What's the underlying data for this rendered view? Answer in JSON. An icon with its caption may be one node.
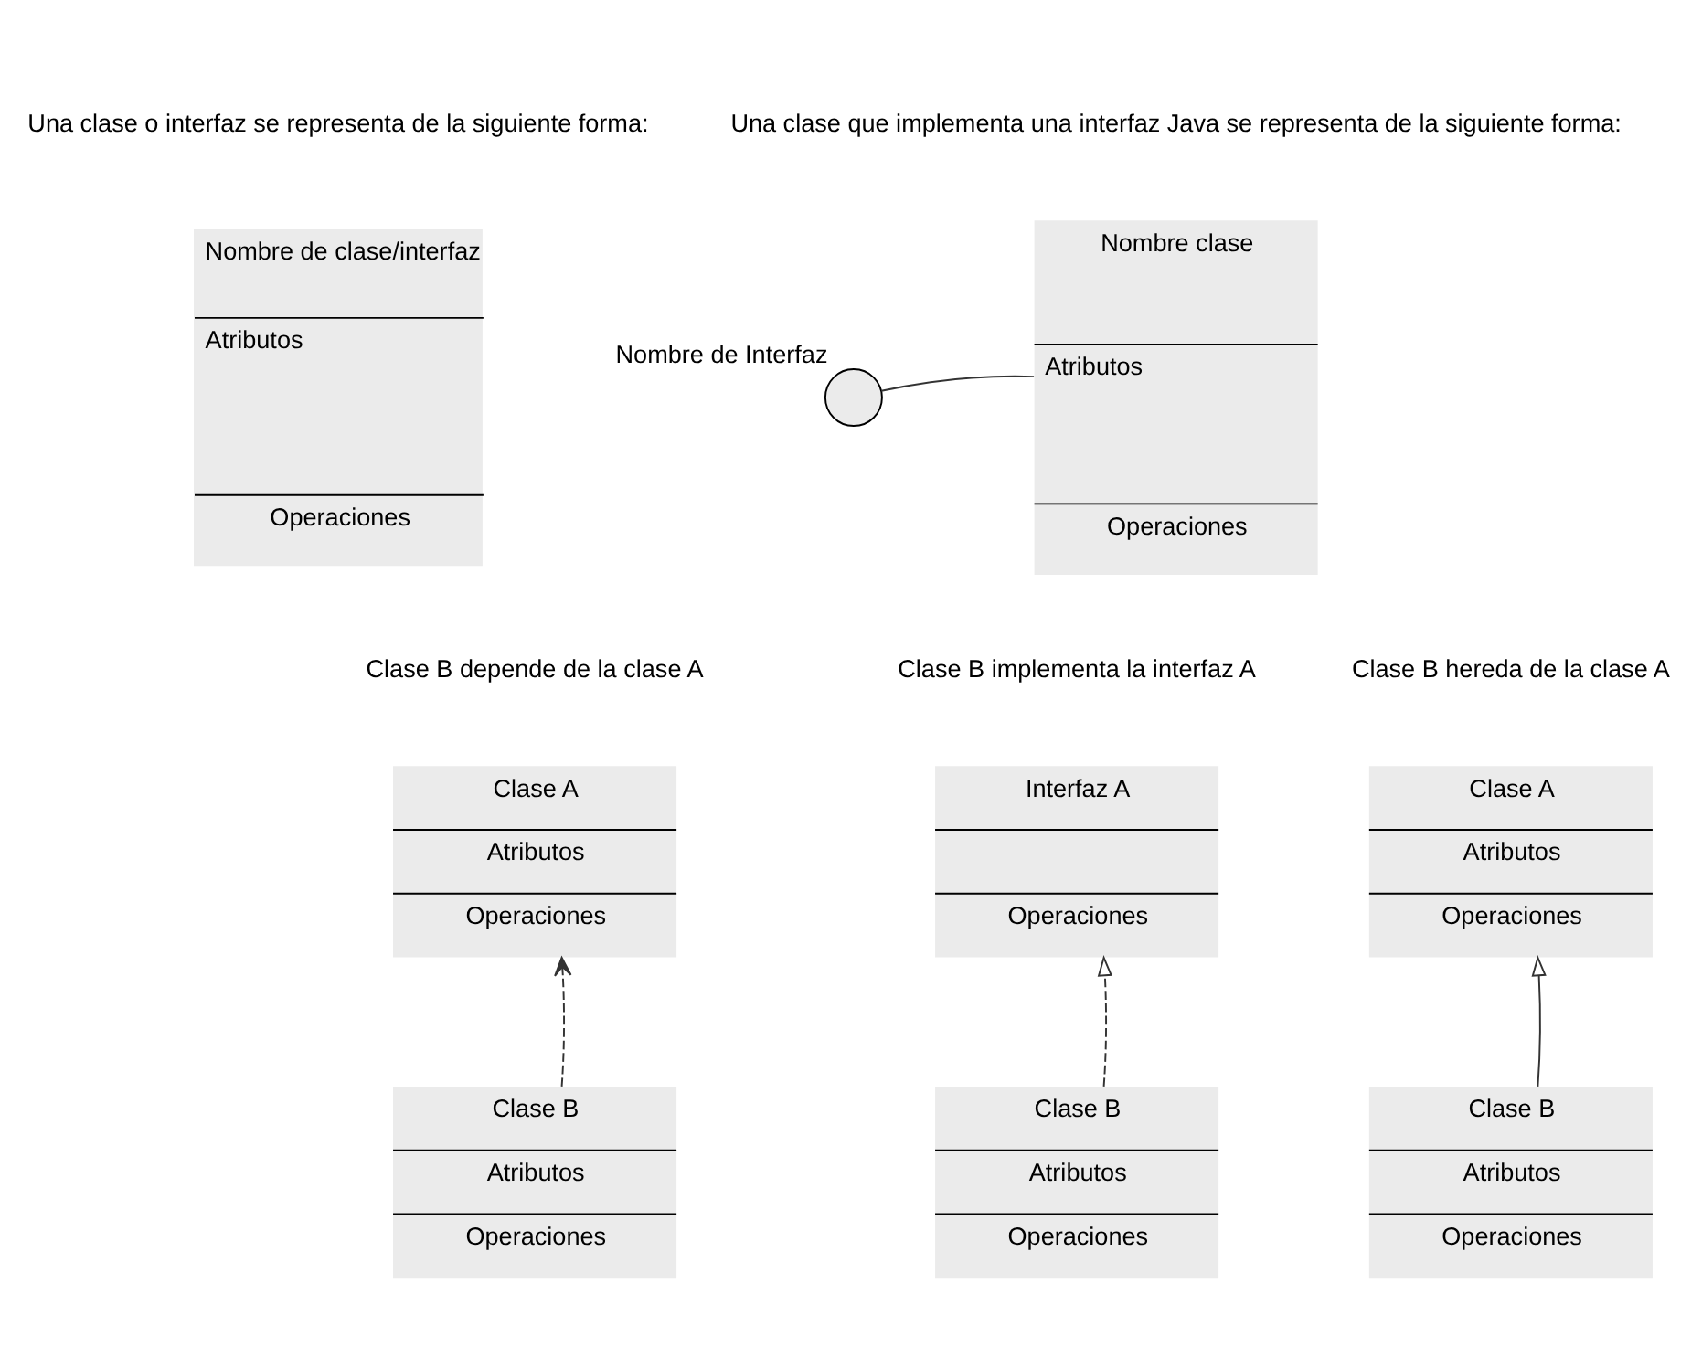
{
  "diagram": {
    "nodes": [
      {
        "text": [
          "Nombre de clase/interfaz",
          "Atributos",
          "Operaciones"
        ]
      },
      {
        "text": [
          "Nombre clase",
          "Atributos",
          "Operaciones"
        ]
      },
      {
        "text": [],
        "shape": "circle",
        "beside": [
          "Nombre de Interfaz"
        ]
      },
      {
        "text": [
          "Clase A",
          "Atributos",
          "Operaciones"
        ]
      },
      {
        "text": [
          "Clase B",
          "Atributos",
          "Operaciones"
        ]
      },
      {
        "text": [
          "Interfaz A",
          "Operaciones"
        ]
      },
      {
        "text": [
          "Clase B",
          "Atributos",
          "Operaciones"
        ]
      },
      {
        "text": [
          "Clase A",
          "Atributos",
          "Operaciones"
        ]
      },
      {
        "text": [
          "Clase B",
          "Atributos",
          "Operaciones"
        ]
      }
    ],
    "edges": [
      {
        "from": 1,
        "to": 2,
        "arrow": "none"
      },
      {
        "from": 4,
        "to": 3,
        "arrow": "to",
        "style": "dashed"
      },
      {
        "from": 6,
        "to": 5,
        "arrow": "to",
        "style": "dashed"
      },
      {
        "from": 8,
        "to": 7,
        "arrow": "to"
      }
    ],
    "labels": [
      "Una clase o interfaz se representa de la siguiente forma:",
      "Una clase que implementa una interfaz Java se representa de la siguiente forma:",
      "Clase B depende de la clase A",
      "Clase B implementa la interfaz A",
      "Clase B hereda de la clase A"
    ]
  }
}
